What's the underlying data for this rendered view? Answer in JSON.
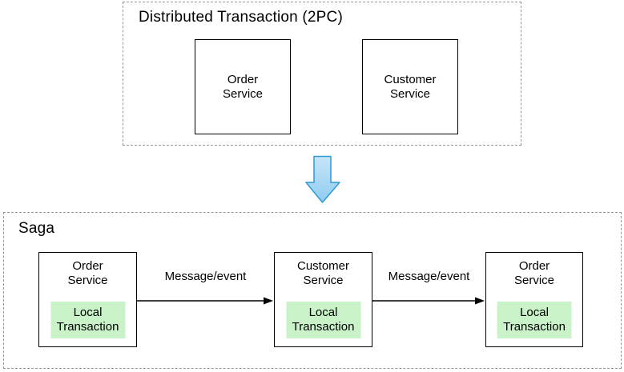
{
  "top_section": {
    "title": "Distributed Transaction (2PC)",
    "boxes": [
      {
        "label": "Order\nService"
      },
      {
        "label": "Customer\nService"
      }
    ]
  },
  "transform_arrow": {
    "direction": "down"
  },
  "saga_section": {
    "title": "Saga",
    "boxes": [
      {
        "label": "Order\nService",
        "inner_label": "Local\nTransaction"
      },
      {
        "label": "Customer\nService",
        "inner_label": "Local\nTransaction"
      },
      {
        "label": "Order\nService",
        "inner_label": "Local\nTransaction"
      }
    ],
    "arrows": [
      {
        "label": "Message/event"
      },
      {
        "label": "Message/event"
      }
    ]
  },
  "colors": {
    "local_transaction_fill": "#c9f2c9",
    "service_box_border": "#000000",
    "group_dashed_border": "#979797",
    "down_arrow_fill_top": "#c7e5f8",
    "down_arrow_fill_bottom": "#8fccf0",
    "down_arrow_stroke": "#2e9ad6",
    "flow_arrow_stroke": "#000000"
  }
}
